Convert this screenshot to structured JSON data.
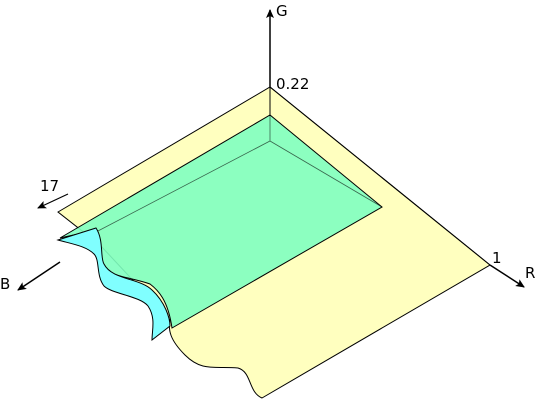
{
  "axes": {
    "g_label": "G",
    "r_label": "R",
    "b_label": "B",
    "g_tick": "0.22",
    "r_tick": "1",
    "b_tick": "17"
  },
  "colors": {
    "yellow_surface": "#ffffbf",
    "green_surface": "#80ffc0",
    "cyan_edge": "#80ffff",
    "outline": "#000000"
  }
}
